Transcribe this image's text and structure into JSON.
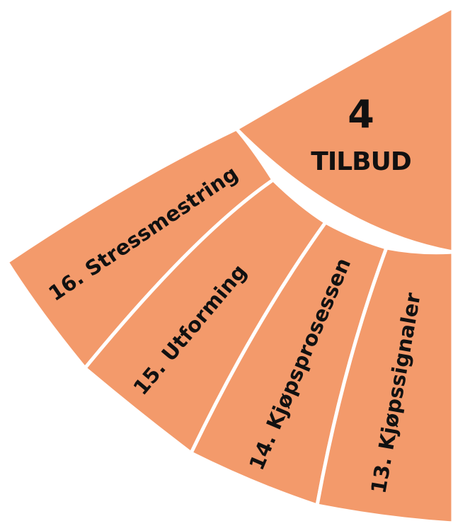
{
  "section": {
    "number": "4",
    "title": "TILBUD"
  },
  "segments": [
    {
      "label": "16. Stressmestring"
    },
    {
      "label": "15. Utforming"
    },
    {
      "label": "14. Kjøpsprosessen"
    },
    {
      "label": "13. Kjøpssignaler"
    }
  ],
  "colors": {
    "segment_fill": "#F39A6B",
    "divider": "#FFFFFF",
    "text": "#111111"
  }
}
